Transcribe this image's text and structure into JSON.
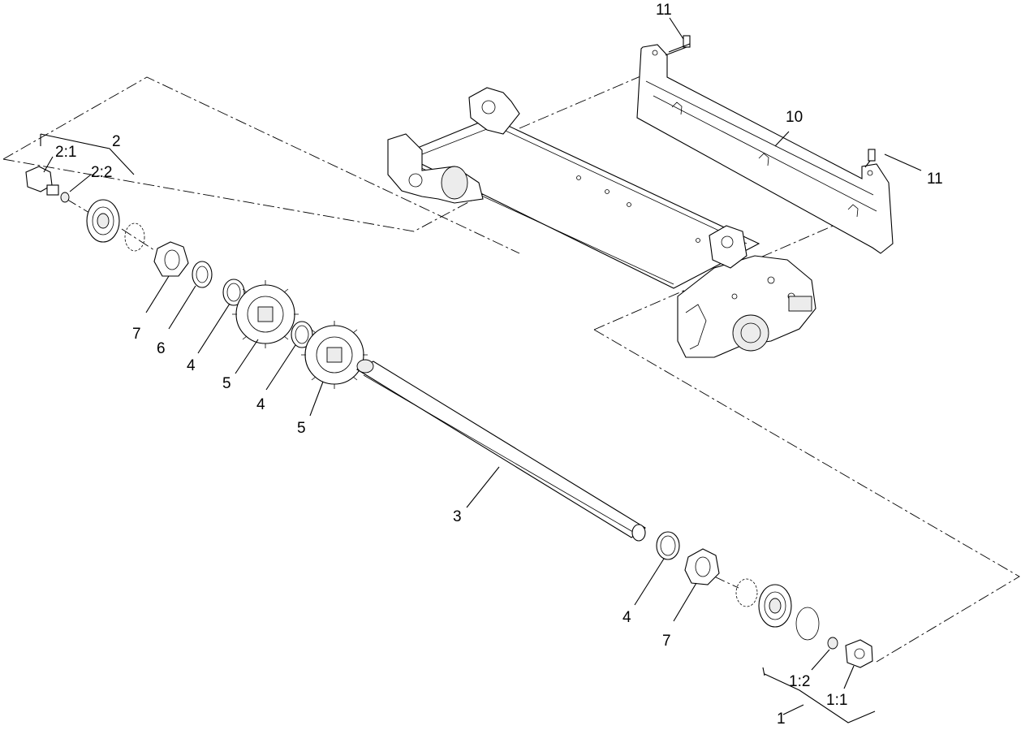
{
  "callouts": {
    "p1": "1",
    "p1_1": "1:1",
    "p1_2": "1:2",
    "p2": "2",
    "p2_1": "2:1",
    "p2_2": "2:2",
    "p3": "3",
    "p4a": "4",
    "p4b": "4",
    "p4c": "4",
    "p5a": "5",
    "p5b": "5",
    "p6": "6",
    "p7a": "7",
    "p7b": "7",
    "p10": "10",
    "p11a": "11",
    "p11b": "11"
  }
}
